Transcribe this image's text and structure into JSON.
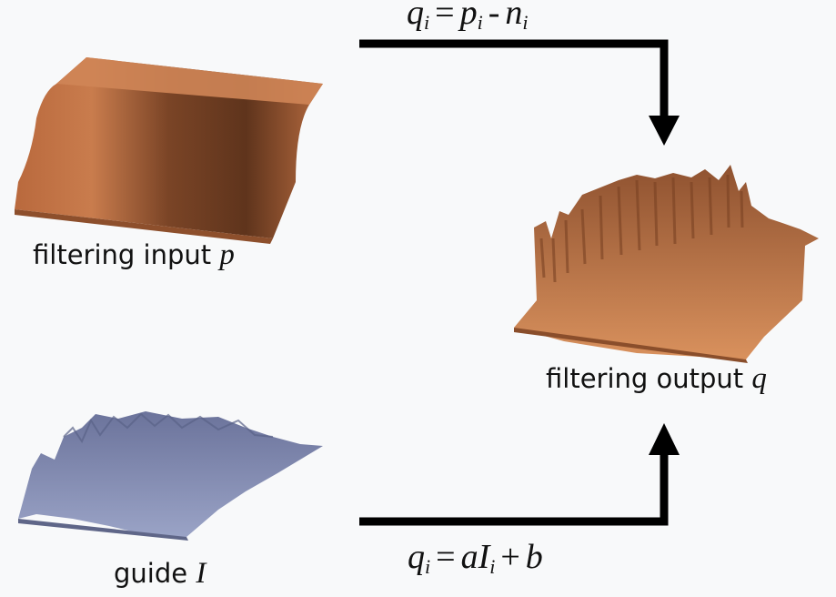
{
  "labels": {
    "input_text": "filtering input",
    "input_var": "p",
    "output_text": "filtering output",
    "output_var": "q",
    "guide_text": "guide",
    "guide_var": "I"
  },
  "equations": {
    "top": {
      "lhs": "q",
      "lhs_sub": "i",
      "eq": "=",
      "a": "p",
      "a_sub": "i",
      "op": "-",
      "b": "n",
      "b_sub": "i"
    },
    "bottom": {
      "lhs": "q",
      "lhs_sub": "i",
      "eq": "=",
      "coef": "a",
      "var": "I",
      "var_sub": "i",
      "op": "+",
      "const": "b"
    }
  },
  "colors": {
    "input_surface": "#c8784a",
    "output_surface": "#d08a58",
    "guide_surface": "#8a93b8",
    "arrow": "#000000",
    "background": "#f8f9fa"
  }
}
